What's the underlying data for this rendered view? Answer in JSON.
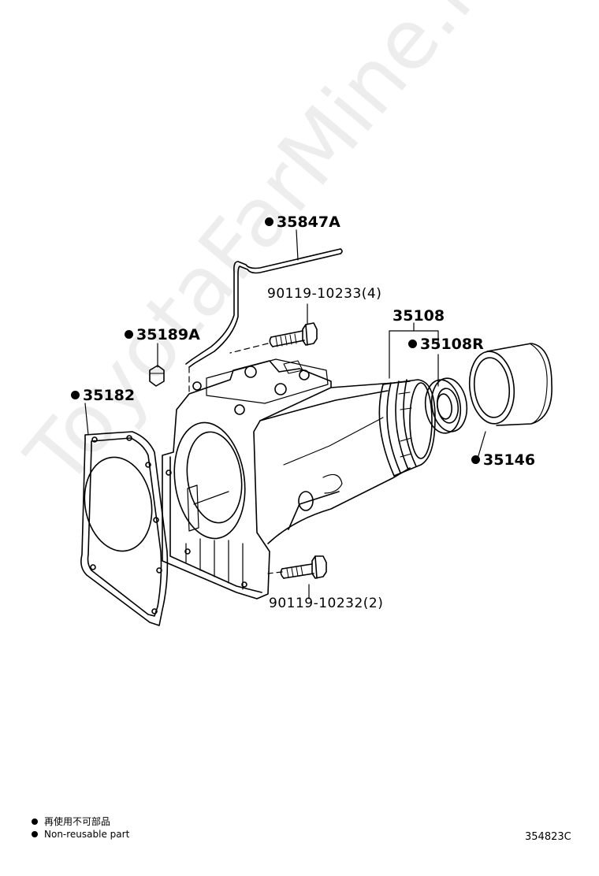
{
  "watermark": "ToyotaFarMine.ru",
  "parts": {
    "breather_tube": "35847A",
    "bolt_upper": "90119-10233(4)",
    "extension_housing": "35108",
    "oil_seal": "35108R",
    "plug": "35189A",
    "gasket": "35182",
    "dust_deflector": "35146",
    "bolt_lower": "90119-10232(2)"
  },
  "legend": {
    "jp": "再使用不可部品",
    "en": "Non-reusable part"
  },
  "diagram_id": "354823C",
  "colors": {
    "line": "#000000",
    "watermark": "#d8d8d8"
  }
}
